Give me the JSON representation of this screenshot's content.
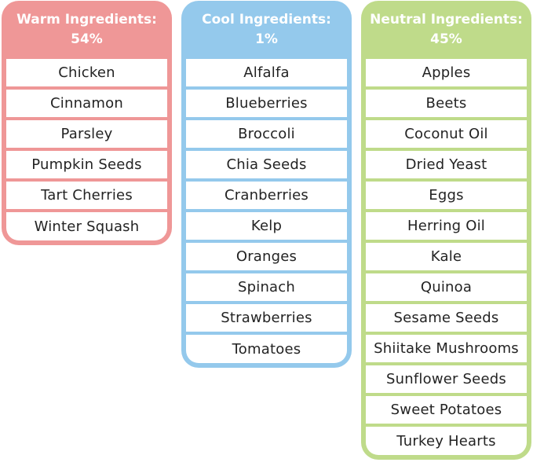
{
  "colors": {
    "warm": "#ef9797",
    "cool": "#94c9ec",
    "neutral": "#bfdb8a"
  },
  "columns": [
    {
      "title": "Warm Ingredients:",
      "percent": "54%",
      "items": [
        "Chicken",
        "Cinnamon",
        "Parsley",
        "Pumpkin Seeds",
        "Tart Cherries",
        "Winter Squash"
      ]
    },
    {
      "title": "Cool Ingredients:",
      "percent": "1%",
      "items": [
        "Alfalfa",
        "Blueberries",
        "Broccoli",
        "Chia Seeds",
        "Cranberries",
        "Kelp",
        "Oranges",
        "Spinach",
        "Strawberries",
        "Tomatoes"
      ]
    },
    {
      "title": "Neutral Ingredients:",
      "percent": "45%",
      "items": [
        "Apples",
        "Beets",
        "Coconut Oil",
        "Dried Yeast",
        "Eggs",
        "Herring Oil",
        "Kale",
        "Quinoa",
        "Sesame Seeds",
        "Shiitake Mushrooms",
        "Sunflower Seeds",
        "Sweet Potatoes",
        "Turkey Hearts"
      ]
    }
  ]
}
